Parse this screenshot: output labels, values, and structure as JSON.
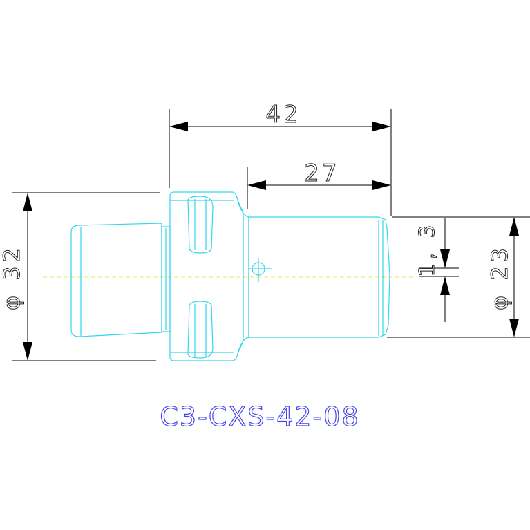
{
  "drawing": {
    "part_number": "C3-CXS-42-08",
    "dims": {
      "total_length": "42",
      "shank_length": "27",
      "flange_diameter": "φ 32",
      "shank_diameter": "φ 23",
      "flat_offset": "1, 3"
    }
  },
  "colors": {
    "outline": "#33d6ee",
    "dimension": "#000000",
    "centerline": "#e8e86a",
    "part_number": "#4444ee"
  }
}
